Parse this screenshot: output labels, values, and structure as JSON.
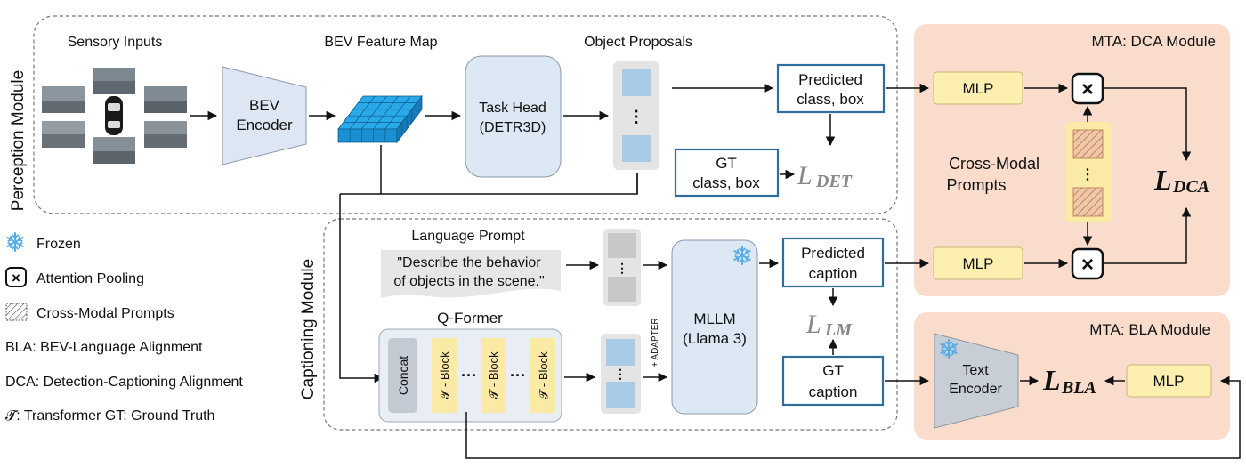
{
  "perception": {
    "module_label": "Perception Module",
    "sensory_inputs": "Sensory Inputs",
    "bev_feature_map": "BEV Feature Map",
    "object_proposals": "Object Proposals",
    "bev_encoder_line1": "BEV",
    "bev_encoder_line2": "Encoder",
    "task_head_line1": "Task Head",
    "task_head_line2": "(DETR3D)",
    "predicted_line1": "Predicted",
    "predicted_line2": "class, box",
    "gt_line1": "GT",
    "gt_line2": "class, box",
    "loss_det_main": "L",
    "loss_det_sub": "DET",
    "dots": "⋮"
  },
  "captioning": {
    "module_label": "Captioning Module",
    "language_prompt_title": "Language Prompt",
    "prompt_line1": "\"Describe the behavior",
    "prompt_line2": "of objects in the scene.\"",
    "qformer_title": "Q-Former",
    "concat": "Concat",
    "block1": "𝓣 - Block",
    "block2": "𝓣 - Block",
    "block3": "𝓣 - Block",
    "ellipsis": "···",
    "adapter": "+ ADAPTER",
    "mllm_line1": "MLLM",
    "mllm_line2": "(Llama 3)",
    "pred_caption_line1": "Predicted",
    "pred_caption_line2": "caption",
    "gt_caption_line1": "GT",
    "gt_caption_line2": "caption",
    "loss_lm_main": "L",
    "loss_lm_sub": "LM",
    "dots": "⋮"
  },
  "dca": {
    "title": "MTA: DCA Module",
    "mlp_top": "MLP",
    "mlp_bottom": "MLP",
    "cross_modal_line1": "Cross-Modal",
    "cross_modal_line2": "Prompts",
    "loss_main": "L",
    "loss_sub": "DCA",
    "pool_symbol": "×",
    "dots": "⋮"
  },
  "bla": {
    "title": "MTA: BLA Module",
    "text_encoder_line1": "Text",
    "text_encoder_line2": "Encoder",
    "mlp": "MLP",
    "loss_main": "L",
    "loss_sub": "BLA"
  },
  "legend": {
    "frozen": "Frozen",
    "attention_pooling": "Attention Pooling",
    "cross_modal_prompts": "Cross-Modal Prompts",
    "bla_def": "BLA: BEV-Language Alignment",
    "dca_def": "DCA: Detection-Captioning Alignment",
    "transformer_gt": "𝓣: Transformer  GT: Ground Truth",
    "pool_symbol": "×"
  },
  "colors": {
    "module_bg": "#f9dccb",
    "box_blue_border": "#2e6f9e",
    "proposal_blue": "#a9cbe6",
    "task_head_fill": "#dce8f4",
    "mlp_fill": "#fcefb0",
    "mlp_border": "#c8b37a",
    "block_fill": "#fbe9a6",
    "loss_gray": "#888888",
    "snow_blue": "#5aaee8"
  }
}
